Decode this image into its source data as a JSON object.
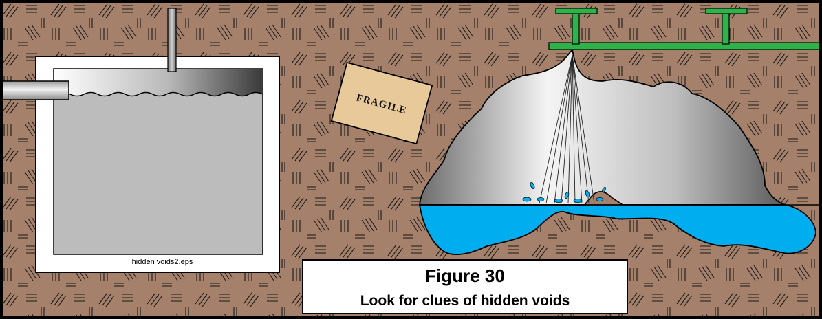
{
  "figure": {
    "title": "Figure 30",
    "caption": "Look for clues of hidden voids"
  },
  "box_label": "FRAGILE",
  "file_label": "hidden voids2.eps",
  "colors": {
    "soil": "#a5806a",
    "water": "#00adef",
    "pipe": "#2db34a",
    "box": "#e8c99a",
    "border": "#000000"
  }
}
